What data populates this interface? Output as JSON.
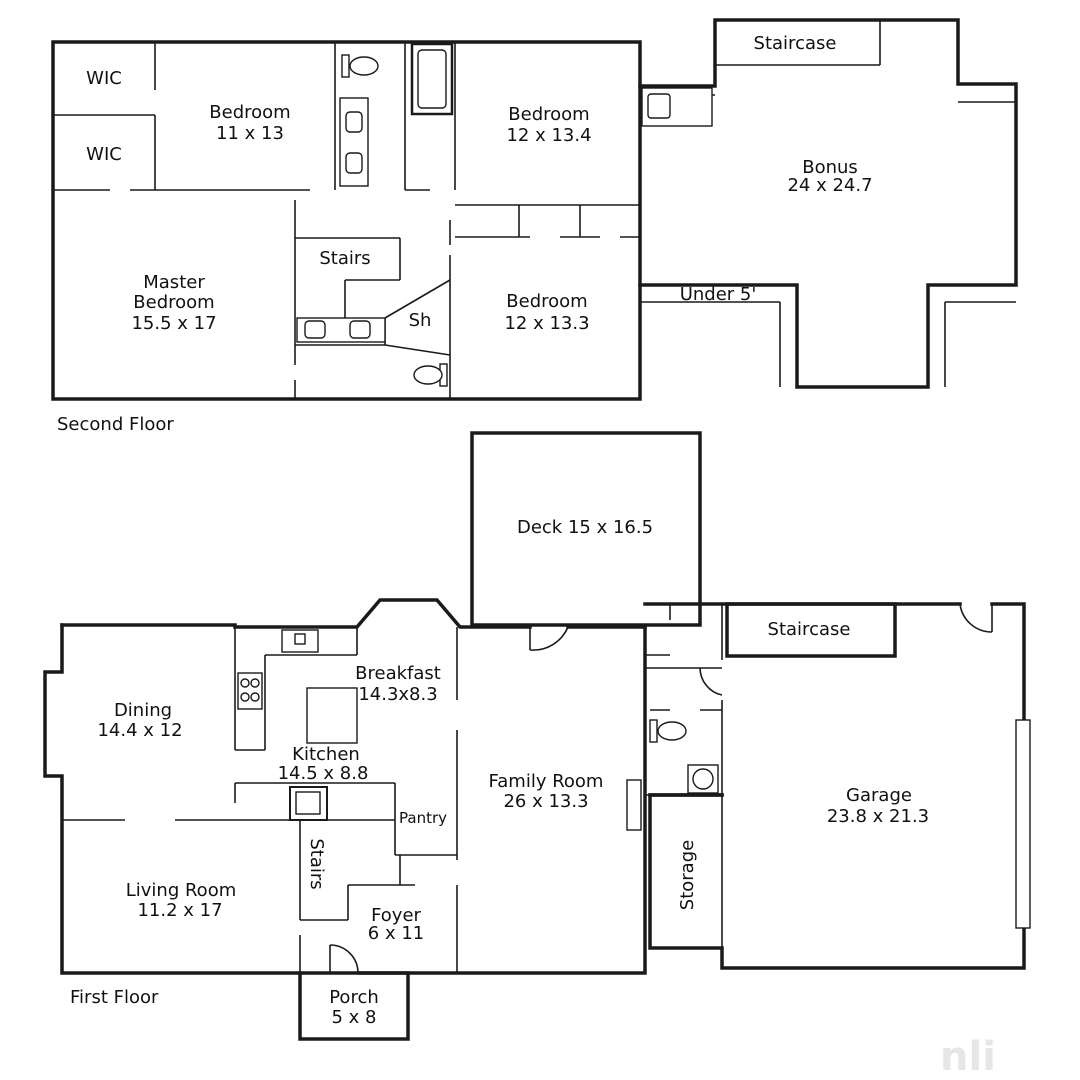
{
  "floors": {
    "second": {
      "caption": "Second Floor"
    },
    "first": {
      "caption": "First Floor"
    }
  },
  "rooms": {
    "wic_1": {
      "name": "WIC"
    },
    "wic_2": {
      "name": "WIC"
    },
    "bedroom_a": {
      "name": "Bedroom",
      "size": "11 x 13"
    },
    "bedroom_b": {
      "name": "Bedroom",
      "size": "12 x 13.4"
    },
    "bedroom_c": {
      "name": "Bedroom",
      "size": "12 x 13.3"
    },
    "master": {
      "name_line1": "Master",
      "name_line2": "Bedroom",
      "size": "15.5 x 17"
    },
    "stairs_up": {
      "name": "Stairs"
    },
    "shower": {
      "name": "Sh"
    },
    "staircase_up": {
      "name": "Staircase"
    },
    "bonus": {
      "name": "Bonus",
      "size": "24 x 24.7"
    },
    "under5": {
      "name": "Under 5'"
    },
    "deck": {
      "name": "Deck 15 x 16.5"
    },
    "breakfast": {
      "name": "Breakfast",
      "size": "14.3x8.3"
    },
    "dining": {
      "name": "Dining",
      "size": "14.4 x 12"
    },
    "kitchen": {
      "name": "Kitchen",
      "size": "14.5 x 8.8"
    },
    "pantry": {
      "name": "Pantry"
    },
    "family": {
      "name": "Family Room",
      "size": "26 x 13.3"
    },
    "staircase_down": {
      "name": "Staircase"
    },
    "garage": {
      "name": "Garage",
      "size": "23.8 x 21.3"
    },
    "storage": {
      "name": "Storage"
    },
    "stairs_down": {
      "name": "Stairs"
    },
    "living": {
      "name": "Living Room",
      "size": "11.2 x 17"
    },
    "foyer": {
      "name": "Foyer",
      "size": "6 x 11"
    },
    "porch": {
      "name": "Porch",
      "size": "5 x 8"
    }
  },
  "watermark": {
    "text": "nli"
  }
}
